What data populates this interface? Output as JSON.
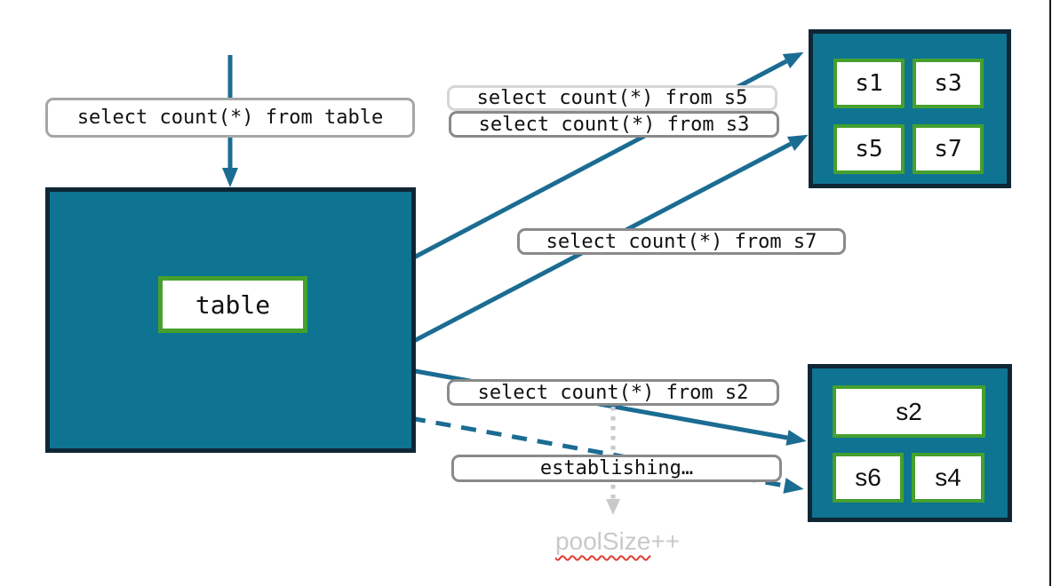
{
  "diagram": {
    "flow_labels": {
      "query_table": "select count(*) from table",
      "query_s5": "select count(*) from s5",
      "query_s3": "select count(*) from s3",
      "query_s7": "select count(*) from s7",
      "query_s2": "select count(*) from s2",
      "establishing": "establishing…",
      "pool_size_word": "poolSize",
      "pool_size_suffix": "++"
    },
    "table_box": {
      "label": "table"
    },
    "shard_cluster_top": {
      "shards": [
        "s1",
        "s3",
        "s5",
        "s7"
      ]
    },
    "shard_cluster_bottom": {
      "wide_shard": "s2",
      "shards": [
        "s6",
        "s4"
      ]
    },
    "colors": {
      "box_fill": "#0e7492",
      "box_border": "#0f2635",
      "shard_border": "#45a02e",
      "arrow": "#1b6c92",
      "label_border_light": "#d6d6d6",
      "label_border_mid": "#8a8a8a",
      "label_border_table_query": "#a6a6a6",
      "dotted_arrow": "#c9c9c9",
      "muted_text": "#c9c9c9",
      "spellcheck_squiggle": "#e03e34"
    }
  }
}
